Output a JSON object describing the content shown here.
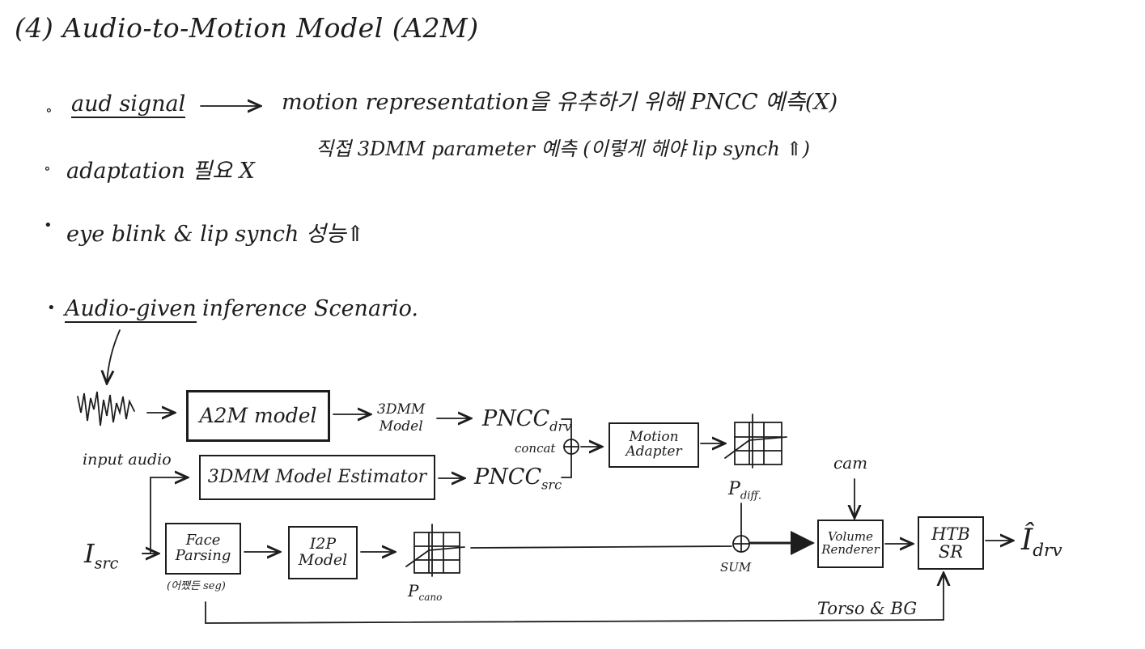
{
  "title": "(4) Audio-to-Motion Model (A2M)",
  "notes": {
    "b1_a": "aud signal",
    "b1_arrow_target": "motion representation을 유추하기 위해 PNCC 예측(X)",
    "b1_line2": "직접 3DMM parameter 예측 (이렇게 해야 lip synch ⇑)",
    "b2": "adaptation 필요 X",
    "b3": "eye blink & lip synch 성능⇑",
    "b4_a": "Audio-given",
    "b4_b": "inference Scenario."
  },
  "bullet_glyphs": [
    "∘",
    "∘",
    "•",
    "•"
  ],
  "diagram": {
    "input_audio": "input audio",
    "a2m_model": "A2M model",
    "three_dmm_model_l1": "3DMM",
    "three_dmm_model_l2": "Model",
    "pncc_drv": "PNCC",
    "pncc_drv_sub": "drv",
    "concat": "concat",
    "estimator": "3DMM Model Estimator",
    "pncc_src": "PNCC",
    "pncc_src_sub": "src",
    "motion_adapter_l1": "Motion",
    "motion_adapter_l2": "Adapter",
    "p_diff": "P",
    "p_diff_sub": "diff.",
    "cam": "cam",
    "i_src": "I",
    "i_src_sub": "src",
    "face_parsing_l1": "Face",
    "face_parsing_l2": "Parsing",
    "face_parsing_note": "(어쨌든 seg)",
    "i2p_l1": "I2P",
    "i2p_l2": "Model",
    "p_cano": "P",
    "p_cano_sub": "cano",
    "sum": "SUM",
    "volume_renderer_l1": "Volume",
    "volume_renderer_l2": "Renderer",
    "htb_sr_l1": "HTB",
    "htb_sr_l2": "SR",
    "i_drv": "Î",
    "i_drv_sub": "drv",
    "torso_bg": "Torso & BG"
  }
}
